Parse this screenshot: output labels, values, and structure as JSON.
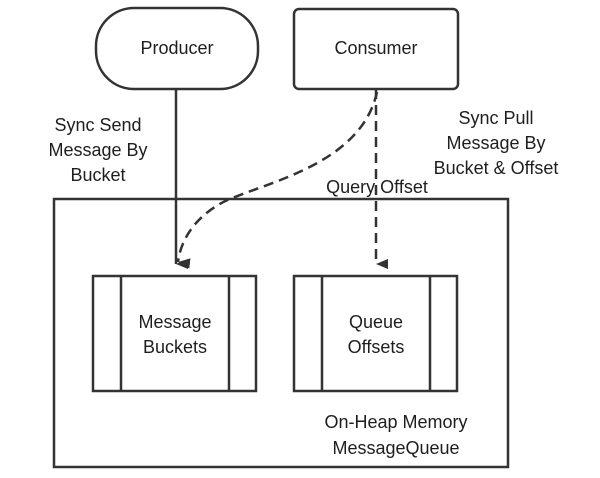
{
  "diagram": {
    "nodes": {
      "producer": {
        "label": "Producer",
        "shape": "pill"
      },
      "consumer": {
        "label": "Consumer",
        "shape": "rounded-rect"
      },
      "message_buckets": {
        "lines": [
          "Message",
          "Buckets"
        ]
      },
      "queue_offsets": {
        "lines": [
          "Queue",
          "Offsets"
        ]
      },
      "container": {
        "lines": [
          "On-Heap Memory",
          "MessageQueue"
        ]
      }
    },
    "edges": {
      "producer_to_buckets": {
        "style": "solid",
        "lines": [
          "Sync Send",
          "Message By",
          "Bucket"
        ]
      },
      "consumer_to_buckets": {
        "style": "dashed",
        "lines": [
          "Sync Pull",
          "Message By",
          "Bucket & Offset"
        ]
      },
      "consumer_to_offsets": {
        "style": "dashed",
        "label": "Query Offset"
      }
    },
    "colors": {
      "stroke": "#333333",
      "text": "#1e1e1e",
      "background": "#ffffff"
    }
  }
}
